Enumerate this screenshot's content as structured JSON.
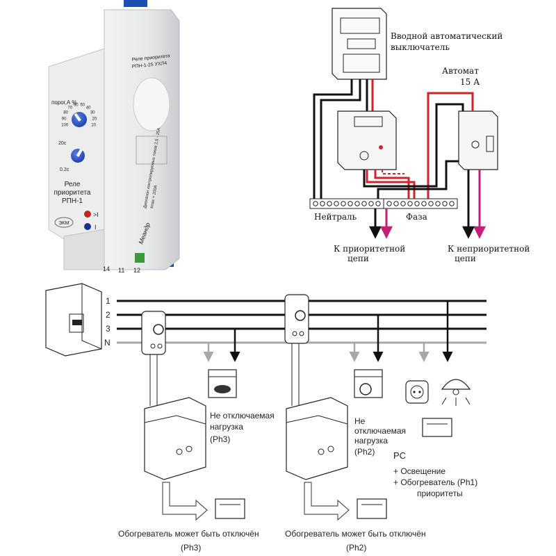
{
  "relay_photo": {
    "model_line1": "Реле приоритета",
    "model_line2": "РПН-1-25 УХЛ4",
    "knob1_label": "порог,А %",
    "knob1_scale": [
      "100",
      "90",
      "80",
      "70",
      "60",
      "50",
      "40",
      "30",
      "20",
      "10"
    ],
    "knob2_top": "20с",
    "knob2_bottom": "0.2с",
    "front_label_line1": "Реле",
    "front_label_line2": "приоритета",
    "front_label_line3": "РПН-1",
    "led_red_label": ">I",
    "led_blue_label": "I",
    "badge": "ЭКМ",
    "brand": "Меандр",
    "side_text": "Диапазон контролируемых токов 2,5 - 25А",
    "side_text2": "Imax = 200А",
    "terminals": [
      "14",
      "11",
      "12"
    ],
    "colors": {
      "body": "#e4e5e7",
      "knob": "#2a52c9",
      "led_red": "#c0281e",
      "led_blue": "#1a2f8f",
      "rail": "#1d4fb0",
      "terminal": "#3a9a3a"
    }
  },
  "wiring_diagram": {
    "main_breaker_label_line1": "Вводной автоматический",
    "main_breaker_label_line2": "выключатель",
    "breaker_label": "Автомат",
    "breaker_rating": "15  А",
    "neutral_label": "Нейтраль",
    "phase_label": "Фаза",
    "priority_out_line1": "К приоритетной",
    "priority_out_line2": "цепи",
    "nonpriority_out_line1": "К неприоритетной",
    "nonpriority_out_line2": "цепи",
    "colors": {
      "phase": "#d6202a",
      "neutral": "#111111",
      "out_arrow": "#c21e7a"
    }
  },
  "system_diagram": {
    "lines": [
      "1",
      "2",
      "3",
      "N"
    ],
    "load1_line1": "Не отключаемая",
    "load1_line2": "нагрузка",
    "load1_phase": "(Ph3)",
    "load2_line1": "Не",
    "load2_line2": "отключаемая",
    "load2_line3": "нагрузка",
    "load2_phase": "(Ph2)",
    "pc_label": "PC",
    "pc_item1": "+ Освещение",
    "pc_item2": "+ Обогреватель (Ph1)",
    "pc_item3": "приоритеты",
    "heater_note1": "Обогреватель может быть отключён",
    "heater_phase1": "(Ph3)",
    "heater_note2": "Обогреватель может быть отключён",
    "heater_phase2": "(Ph2)",
    "colors": {
      "bus": "#111111",
      "neutral": "#a8a8a8"
    }
  }
}
